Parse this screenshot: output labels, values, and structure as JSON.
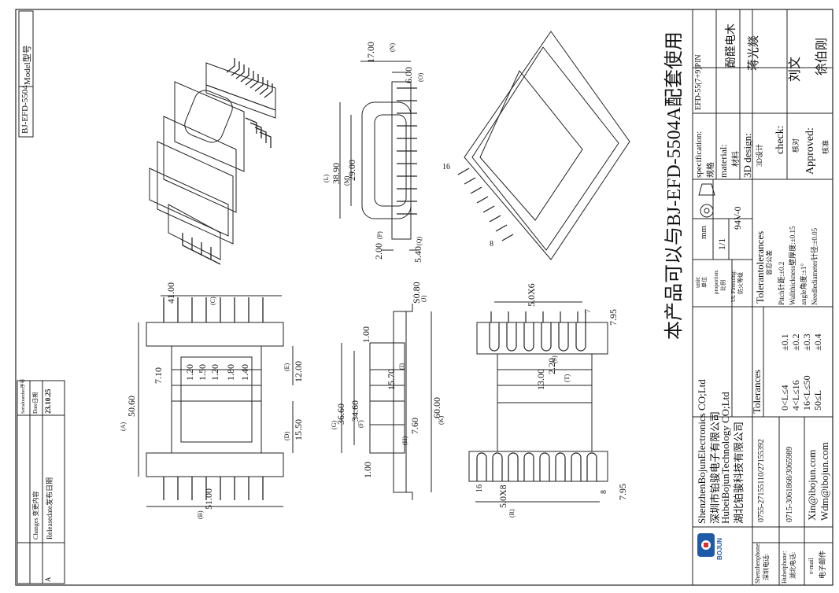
{
  "model_box": {
    "label": "Model型号",
    "value": "BJ-EFD-5504"
  },
  "changes": {
    "col_serial": "Serialnumber序号",
    "col_changes": "Changes 变更内容",
    "col_date": "Date日期",
    "row_changes_text": "Releasedate发布日期",
    "row_serial": "A",
    "row_date": "23.10.25"
  },
  "main_title": "本产品可以与BJ-EFD-5504A配套使用",
  "title_block": {
    "spec_label": "specification:",
    "spec_cn": "规格",
    "spec_value": "EFD-55(7+9)PIN",
    "material_label": "material:",
    "material_cn": "材料",
    "material_value": "酚醛电木",
    "design_label": "3D design:",
    "design_cn": "3D设计",
    "design_value": "蒋光燚",
    "check_label": "check:",
    "check_cn": "核对",
    "check_value": "刘文",
    "approved_label": "Approved:",
    "approved_cn": "核准",
    "approved_value": "徐伯刚",
    "unit_label": "unit:",
    "unit_cn": "单位",
    "unit_value": "mm",
    "proportion_label": "proportion:",
    "proportion_cn": "比例",
    "proportion_value": "1/1",
    "fire_label": "UL Firerating:",
    "fire_cn": "防火等级",
    "fire_value": "94V-0",
    "tol_title": "Tolerantolerances",
    "tol_cn": "容忍公差",
    "tol_pitch": "Pitch针距:±0.2",
    "tol_wall": "Wallthickness壁厚度:±0.15",
    "tol_angle": "angle角度:±1°",
    "tol_needle": "Needlediameter针径:±0.05",
    "tol_header": "Tolerances",
    "tol_r1": "0<L≤4",
    "tol_r1v": "±0.1",
    "tol_r2": "4<L≤16",
    "tol_r2v": "±0.2",
    "tol_r3": "16<L≤50",
    "tol_r3v": "±0.3",
    "tol_r4": "50≤L",
    "tol_r4v": "±0.4",
    "company_en1": "ShenzhenBojunElectronics CO;Ltd",
    "company_cn1": "深圳市铂骏电子有限公司",
    "company_en2": "HubeiBojunTechnology CO;Ltd",
    "company_cn2": "湖北铂骏科技有限公司",
    "logo_text": "BOJUN",
    "sz_phone_label": "Shenzhenphone:",
    "sz_phone_cn": "深圳电话:",
    "sz_phone": "0755-27155110/27155392",
    "hb_phone_label": "Hubeiphone:",
    "hb_phone_cn": "湖北电话:",
    "hb_phone": "0715-3061868/3065989",
    "email_label": "e-mail",
    "email_cn": "电子邮件",
    "email1": "Xin@ibojun.com",
    "email2": "Wdm@ibojun.com"
  },
  "dimensions": {
    "d17": "17.00",
    "dN": "(N)",
    "d6": "6.00",
    "dO": "(O)",
    "d3890": "38.90",
    "dL": "(L)",
    "d2900": "29.00",
    "dM": "(M)",
    "d200": "2.00",
    "dP": "(P)",
    "d540": "5.40",
    "dQ": "(Q)",
    "d4100": "41.00",
    "dC": "(C)",
    "d5060": "50.60",
    "dA": "(A)",
    "d710": "7.10",
    "d120a": "1.20",
    "d150": "1.50",
    "d120b": "1.20",
    "d180": "1.80",
    "d140": "1.40",
    "d1200": "12.00",
    "dE": "(E)",
    "d1550": "15.50",
    "dD": "(D)",
    "d5100": "51.00",
    "dB": "(B)",
    "dS080": "S0.80",
    "dJ": "(J)",
    "d100a": "1.00",
    "d1570": "15.70",
    "dI": "(I)",
    "d3660": "36.60",
    "dG": "(G)",
    "d3460": "34.60",
    "dF": "(F)",
    "d760": "7.60",
    "dH": "(H)",
    "d6000": "60.00",
    "dK": "(K)",
    "d100b": "1.00",
    "d5x6": "5.0X6",
    "d7": "7",
    "d795a": "7.95",
    "d220": "2.20",
    "dS": "(S)",
    "d1300": "13.00",
    "dT": "(T)",
    "d16a": "16",
    "d5x8": "5.0X8",
    "dR": "(R)",
    "d8": "8",
    "d795b": "7.95",
    "d16b": "16",
    "d8b": "8"
  },
  "logo_color": "#1e5aa8",
  "logo_accent": "#e0312a"
}
